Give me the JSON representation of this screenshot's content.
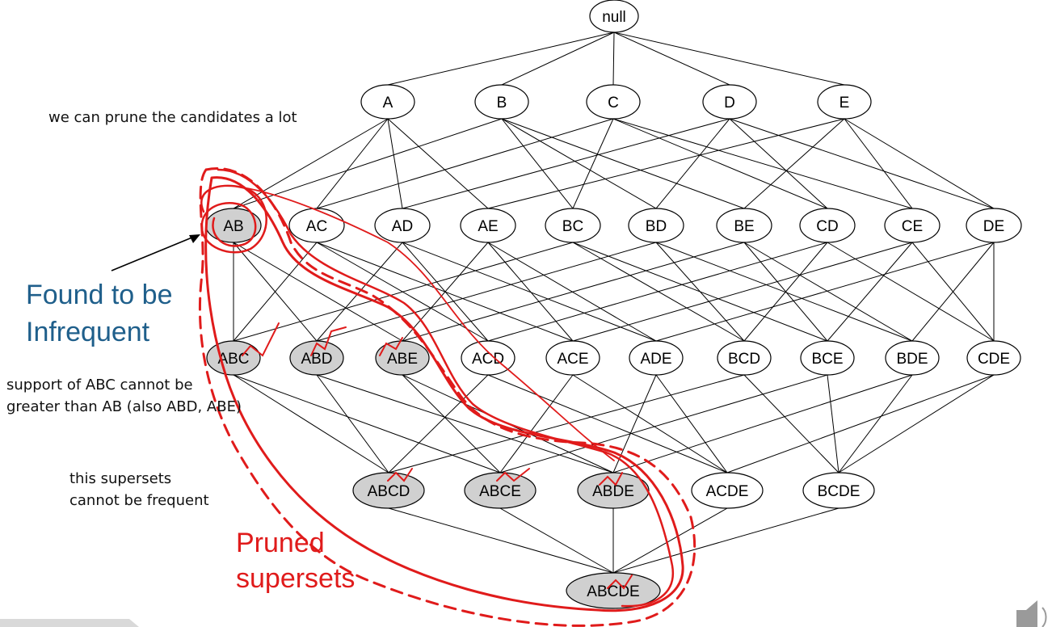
{
  "nodes": [
    {
      "id": "null",
      "label": "null",
      "shaded": false
    },
    {
      "id": "A",
      "label": "A",
      "shaded": false
    },
    {
      "id": "B",
      "label": "B",
      "shaded": false
    },
    {
      "id": "C",
      "label": "C",
      "shaded": false
    },
    {
      "id": "D",
      "label": "D",
      "shaded": false
    },
    {
      "id": "E",
      "label": "E",
      "shaded": false
    },
    {
      "id": "AB",
      "label": "AB",
      "shaded": true
    },
    {
      "id": "AC",
      "label": "AC",
      "shaded": false
    },
    {
      "id": "AD",
      "label": "AD",
      "shaded": false
    },
    {
      "id": "AE",
      "label": "AE",
      "shaded": false
    },
    {
      "id": "BC",
      "label": "BC",
      "shaded": false
    },
    {
      "id": "BD",
      "label": "BD",
      "shaded": false
    },
    {
      "id": "BE",
      "label": "BE",
      "shaded": false
    },
    {
      "id": "CD",
      "label": "CD",
      "shaded": false
    },
    {
      "id": "CE",
      "label": "CE",
      "shaded": false
    },
    {
      "id": "DE",
      "label": "DE",
      "shaded": false
    },
    {
      "id": "ABC",
      "label": "ABC",
      "shaded": true
    },
    {
      "id": "ABD",
      "label": "ABD",
      "shaded": true
    },
    {
      "id": "ABE",
      "label": "ABE",
      "shaded": true
    },
    {
      "id": "ACD",
      "label": "ACD",
      "shaded": false
    },
    {
      "id": "ACE",
      "label": "ACE",
      "shaded": false
    },
    {
      "id": "ADE",
      "label": "ADE",
      "shaded": false
    },
    {
      "id": "BCD",
      "label": "BCD",
      "shaded": false
    },
    {
      "id": "BCE",
      "label": "BCE",
      "shaded": false
    },
    {
      "id": "BDE",
      "label": "BDE",
      "shaded": false
    },
    {
      "id": "CDE",
      "label": "CDE",
      "shaded": false
    },
    {
      "id": "ABCD",
      "label": "ABCD",
      "shaded": true
    },
    {
      "id": "ABCE",
      "label": "ABCE",
      "shaded": true
    },
    {
      "id": "ABDE",
      "label": "ABDE",
      "shaded": true
    },
    {
      "id": "ACDE",
      "label": "ACDE",
      "shaded": false
    },
    {
      "id": "BCDE",
      "label": "BCDE",
      "shaded": false
    },
    {
      "id": "ABCDE",
      "label": "ABCDE",
      "shaded": true
    }
  ],
  "annotations": {
    "prune_note": "we can prune the candidates a lot",
    "found_line1": "Found to be",
    "found_line2": "Infrequent",
    "support_line1": "support of ABC cannot be",
    "support_line2": "greater than AB (also ABD, ABE)",
    "supersets_line1": "this supersets",
    "supersets_line2": "cannot be frequent",
    "pruned_line1": "Pruned",
    "pruned_line2": "supersets"
  },
  "colors": {
    "shaded_fill": "#d0d0d0",
    "plain_fill": "#ffffff",
    "ink_red": "#e01b1b",
    "annotation_blue": "#1f5f8b"
  }
}
